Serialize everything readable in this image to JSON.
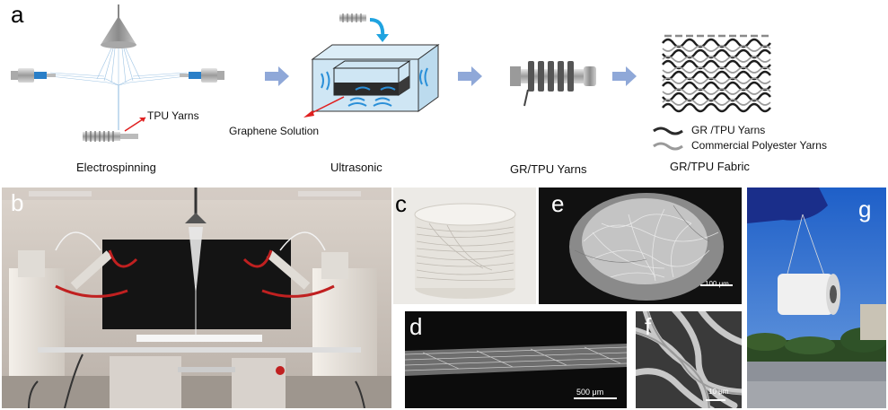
{
  "panels": {
    "a": "a",
    "b": "b",
    "c": "c",
    "d": "d",
    "e": "e",
    "f": "f",
    "g": "g"
  },
  "schematic": {
    "tpu_yarns_label": "TPU Yarns",
    "graphene_solution_label": "Graphene Solution",
    "step_labels": [
      "Electrospinning",
      "Ultrasonic",
      "GR/TPU  Yarns",
      "GR/TPU  Fabric"
    ],
    "legend": [
      "GR /TPU Yarns",
      "Commercial Polyester Yarns"
    ]
  },
  "scale_bars": {
    "e": "100 μm",
    "d": "500 μm",
    "f": "10 μm"
  },
  "colors": {
    "arrow": "#8fa8d8",
    "syringe_blue": "#2a7fc8",
    "red_pointer": "#e02020",
    "bath_fill": "#cfe6f4",
    "wave_blue": "#2a8fd8"
  }
}
